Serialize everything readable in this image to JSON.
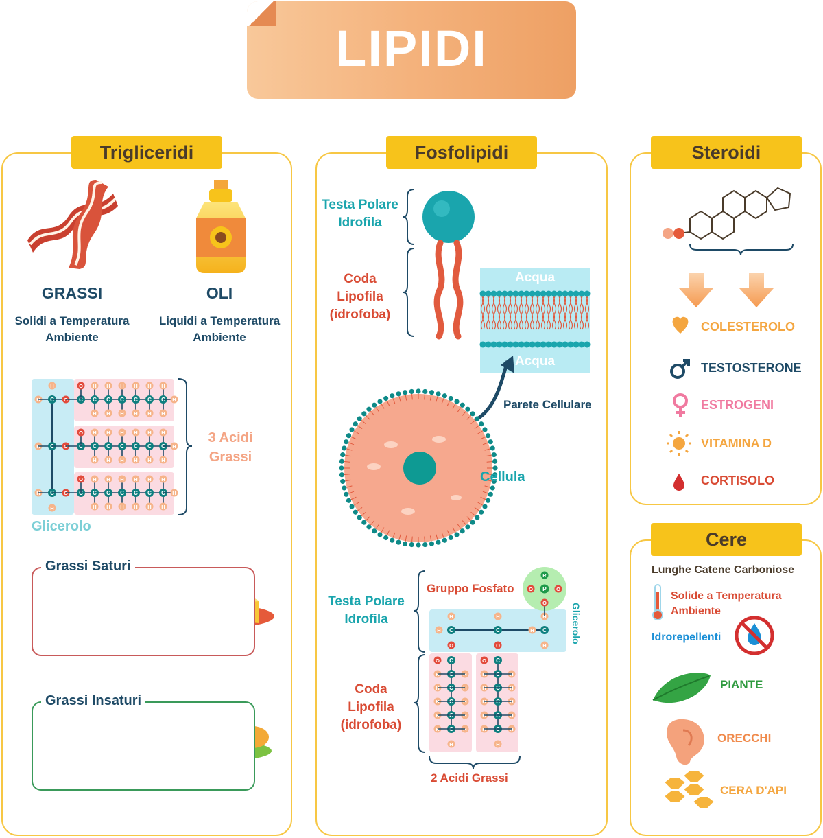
{
  "title": "LIPIDI",
  "trigliceridi": {
    "tab": "Trigliceridi",
    "grassi": {
      "title": "GRASSI",
      "desc": "Solidi a Temperatura Ambiente"
    },
    "oli": {
      "title": "OLI",
      "desc": "Liquidi a Temperatura Ambiente"
    },
    "acidi_label": "3 Acidi Grassi",
    "glicerolo_label": "Glicerolo",
    "saturi": "Grassi Saturi",
    "insaturi": "Grassi Insaturi"
  },
  "fosfolipidi": {
    "tab": "Fosfolipidi",
    "testa": "Testa Polare Idrofila",
    "coda": "Coda Lipofila (idrofoba)",
    "acqua_top": "Acqua",
    "acqua_bottom": "Acqua",
    "parete": "Parete Cellulare",
    "cellula": "Cellula",
    "gruppo_fosfato": "Gruppo Fosfato",
    "testa2": "Testa Polare Idrofila",
    "coda2": "Coda Lipofila (idrofoba)",
    "glicerolo_vert": "Glicerolo",
    "due_acidi": "2 Acidi Grassi"
  },
  "steroidi": {
    "tab": "Steroidi",
    "items": [
      {
        "label": "COLESTEROLO",
        "icon": "heart-icon",
        "color": "#f4a640"
      },
      {
        "label": "TESTOSTERONE",
        "icon": "male-icon",
        "color": "#1e4a66"
      },
      {
        "label": "ESTROGENI",
        "icon": "female-icon",
        "color": "#f07aa0"
      },
      {
        "label": "VITAMINA D",
        "icon": "sun-icon",
        "color": "#f4a640"
      },
      {
        "label": "CORTISOLO",
        "icon": "drop-icon",
        "color": "#d32f2f"
      }
    ]
  },
  "cere": {
    "tab": "Cere",
    "catene": "Lunghe Catene Carboniose",
    "solide": "Solide a Temperatura Ambiente",
    "idro": "Idrorepellenti",
    "items": [
      {
        "label": "PIANTE",
        "icon": "leaf-icon",
        "color": "#2e9a3e"
      },
      {
        "label": "ORECCHI",
        "icon": "ear-icon",
        "color": "#f08a4b"
      },
      {
        "label": "CERA D'API",
        "icon": "honeycomb-icon",
        "color": "#f4a640"
      }
    ]
  },
  "atoms": {
    "H": "H",
    "C": "C",
    "O": "O",
    "P": "P",
    "R": "R"
  },
  "colors": {
    "accent": "#f7c31b",
    "teal": "#1aa5ad",
    "red": "#d94b34",
    "dark": "#1e4a66",
    "peach": "#f4a585"
  }
}
